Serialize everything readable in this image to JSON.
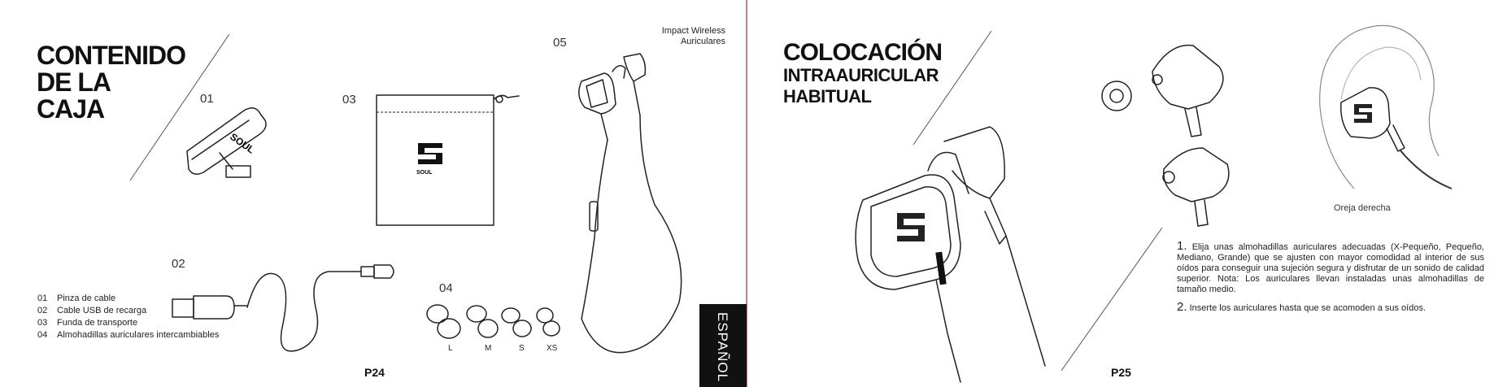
{
  "left_page": {
    "title_lines": [
      "CONTENIDO",
      "DE LA",
      "CAJA"
    ],
    "item_numbers": {
      "clip": "01",
      "cable": "02",
      "pouch": "03",
      "tips": "04",
      "earphones": "05"
    },
    "product_caption": [
      "Impact Wireless",
      "Auriculares"
    ],
    "legend": [
      {
        "num": "01",
        "text": "Pinza de cable"
      },
      {
        "num": "02",
        "text": "Cable USB de recarga"
      },
      {
        "num": "03",
        "text": "Funda de transporte"
      },
      {
        "num": "04",
        "text": "Almohadillas auriculares intercambiables"
      }
    ],
    "tip_sizes": [
      "L",
      "M",
      "S",
      "XS"
    ],
    "brand_logo_text": "SOUL",
    "page_number": "P24",
    "language_tab": "ESPAÑOL"
  },
  "right_page": {
    "title_line1": "COLOCACIÓN",
    "title_line2": "INTRAAURICULAR",
    "title_line3": "HABITUAL",
    "ear_label": "Oreja derecha",
    "step1_num": "1.",
    "step1_text": "Elija unas almohadillas auriculares adecuadas (X-Pequeño, Pequeño, Mediano, Grande) que se ajusten con mayor comodidad al interior de sus oídos para conseguir una sujeción segura y disfrutar de un sonido de calidad superior. Nota: Los auriculares llevan instaladas unas almohadillas de tamaño medio.",
    "step2_num": "2.",
    "step2_text": "Inserte los auriculares hasta que se acomoden a sus oídos.",
    "page_number": "P25"
  },
  "colors": {
    "spine": "#c97b86",
    "tab": "#111111"
  }
}
